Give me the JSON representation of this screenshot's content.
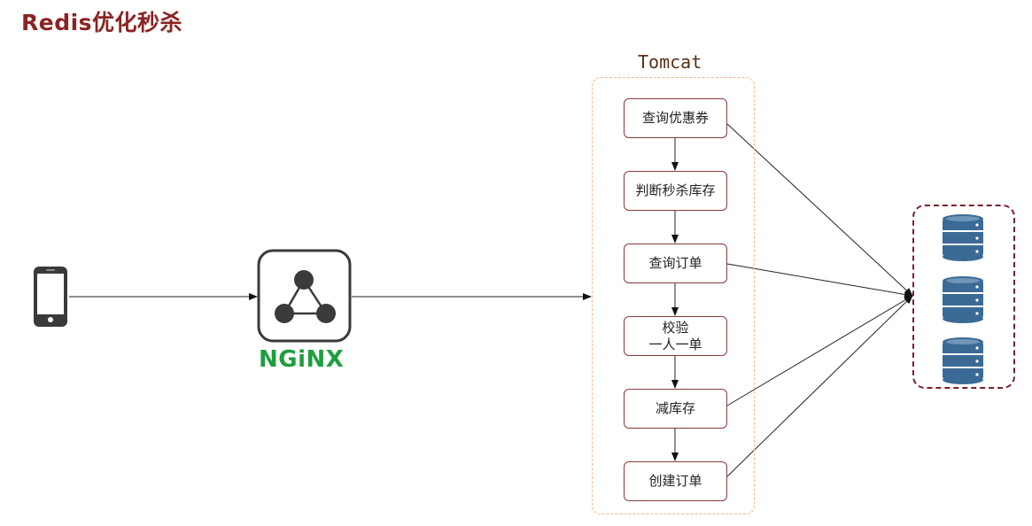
{
  "title": "Redis优化秒杀",
  "tomcat": {
    "label": "Tomcat",
    "steps": [
      {
        "line1": "查询优惠券"
      },
      {
        "line1": "判断秒杀库存"
      },
      {
        "line1": "查询订单"
      },
      {
        "line1": "校验",
        "line2": "一人一单"
      },
      {
        "line1": "减库存"
      },
      {
        "line1": "创建订单"
      }
    ]
  },
  "nginx": {
    "label": "NGiNX"
  },
  "icons": {
    "client": "mobile-phone-icon",
    "proxy": "nginx-icon",
    "database": "database-icon"
  },
  "colors": {
    "title": "#8b2323",
    "step_border": "#8b3a3a",
    "tomcat_border": "#f0b890",
    "db_group_border": "#7a1f2b",
    "db_fill": "#3b6a96",
    "nginx": "#1e9e3e"
  }
}
